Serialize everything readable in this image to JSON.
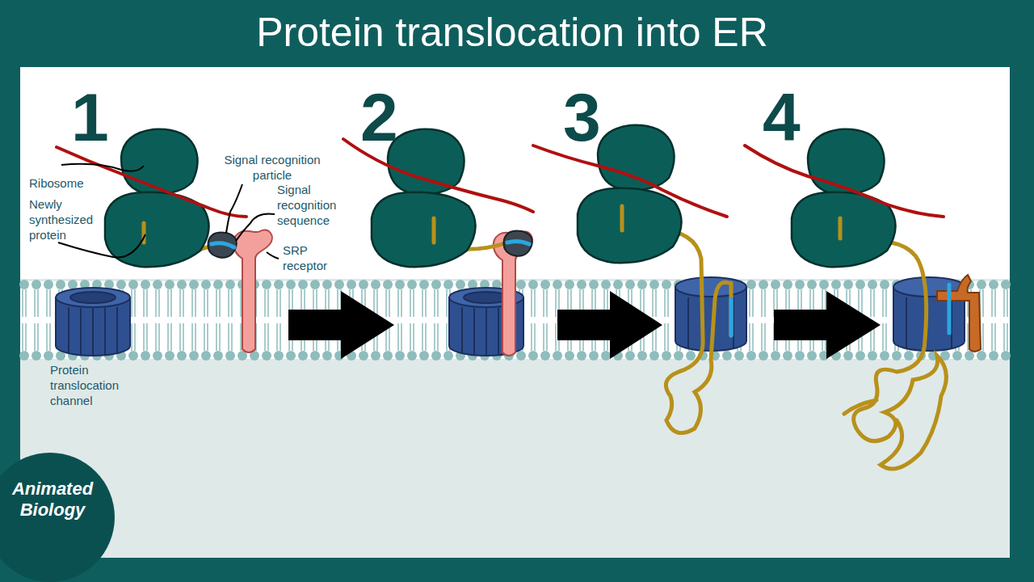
{
  "diagram": {
    "title": "Protein translocation into ER",
    "labels": [
      "1",
      "2",
      "3",
      "4",
      "Ribosome",
      "Newly synthesized protein",
      "Signal recognition particle",
      "Signal recognition sequence",
      "SRP receptor",
      "Protein translocation channel",
      "Animated Biology"
    ]
  }
}
